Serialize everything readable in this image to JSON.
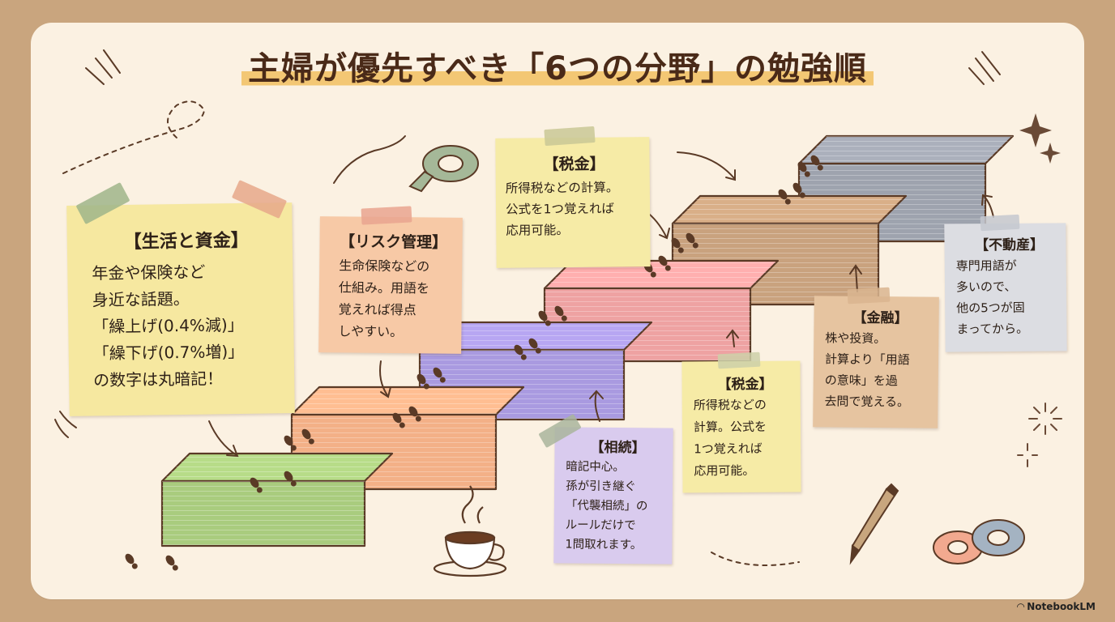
{
  "title": "主婦が優先すべき「6つの分野」の勉強順",
  "notes": {
    "life": {
      "heading": "【生活と資金】",
      "body": "年金や保険など\n身近な話題。\n「繰上げ(0.4%減)」\n「繰下げ(0.7%増)」\nの数字は丸暗記！",
      "color": "#f6e8a0"
    },
    "risk": {
      "heading": "【リスク管理】",
      "body": "生命保険などの\n仕組み。用語を\n覚えれば得点\nしやすい。",
      "color": "#f7c9a6"
    },
    "tax_top": {
      "heading": "【税金】",
      "body": "所得税などの計算。\n公式を1つ覚えれば\n応用可能。",
      "color": "#f6eba6"
    },
    "inheritance": {
      "heading": "【相続】",
      "body": "暗記中心。\n孫が引き継ぐ\n「代襲相続」の\nルールだけで\n1問取れます。",
      "color": "#d9cbee"
    },
    "tax_mid": {
      "heading": "【税金】",
      "body": "所得税などの\n計算。公式を\n1つ覚えれば\n応用可能。",
      "color": "#f6eba6"
    },
    "finance": {
      "heading": "【金融】",
      "body": "株や投資。\n計算より「用語\nの意味」を過\n去問で覚える。",
      "color": "#e6c4a0"
    },
    "realestate": {
      "heading": "【不動産】",
      "body": "専門用語が\n多いので、\n他の5つが固\nまってから。",
      "color": "#dcdde2"
    }
  },
  "stair_colors": [
    "#a9cc7e",
    "#f3b087",
    "#a99ae0",
    "#eea2a2",
    "#c9a27e",
    "#9ea3ae"
  ],
  "brand": "NotebookLM"
}
